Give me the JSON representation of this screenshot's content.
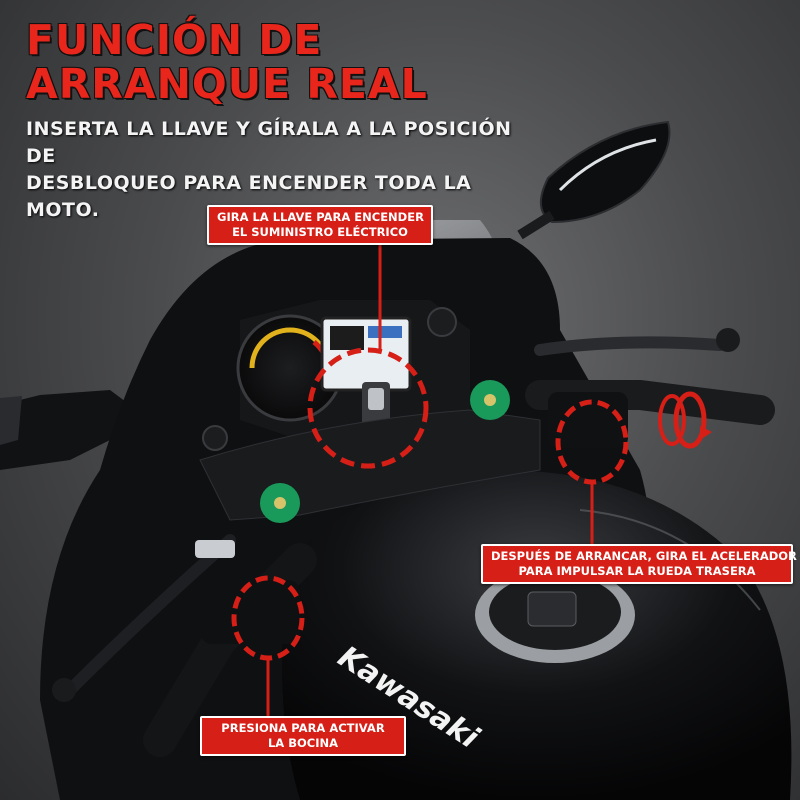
{
  "headline": {
    "line1": "FUNCIÓN DE",
    "line2": "ARRANQUE REAL"
  },
  "subheadline": {
    "line1": "INSERTA LA LLAVE Y GÍRALA A LA POSICIÓN DE",
    "line2": "DESBLOQUEO PARA ENCENDER TODA LA MOTO."
  },
  "callouts": {
    "key": {
      "line1": "GIRA LA LLAVE PARA ENCENDER",
      "line2": "EL SUMINISTRO ELÉCTRICO"
    },
    "throttle": {
      "line1": "DESPUÉS DE ARRANCAR, GIRA EL ACELERADOR",
      "line2": "PARA IMPULSAR LA RUEDA TRASERA"
    },
    "horn": {
      "line1": "PRESIONA PARA ACTIVAR",
      "line2": "LA BOCINA"
    }
  },
  "brand": {
    "tank_logo": "Kawasaki"
  },
  "colors": {
    "accent_red": "#d51f17",
    "headline_red": "#e8261c",
    "bike_body": "#0d0e10",
    "fastener_green": "#1a9a5a"
  },
  "icons": {
    "rotate": "rotate-arrows-icon"
  }
}
